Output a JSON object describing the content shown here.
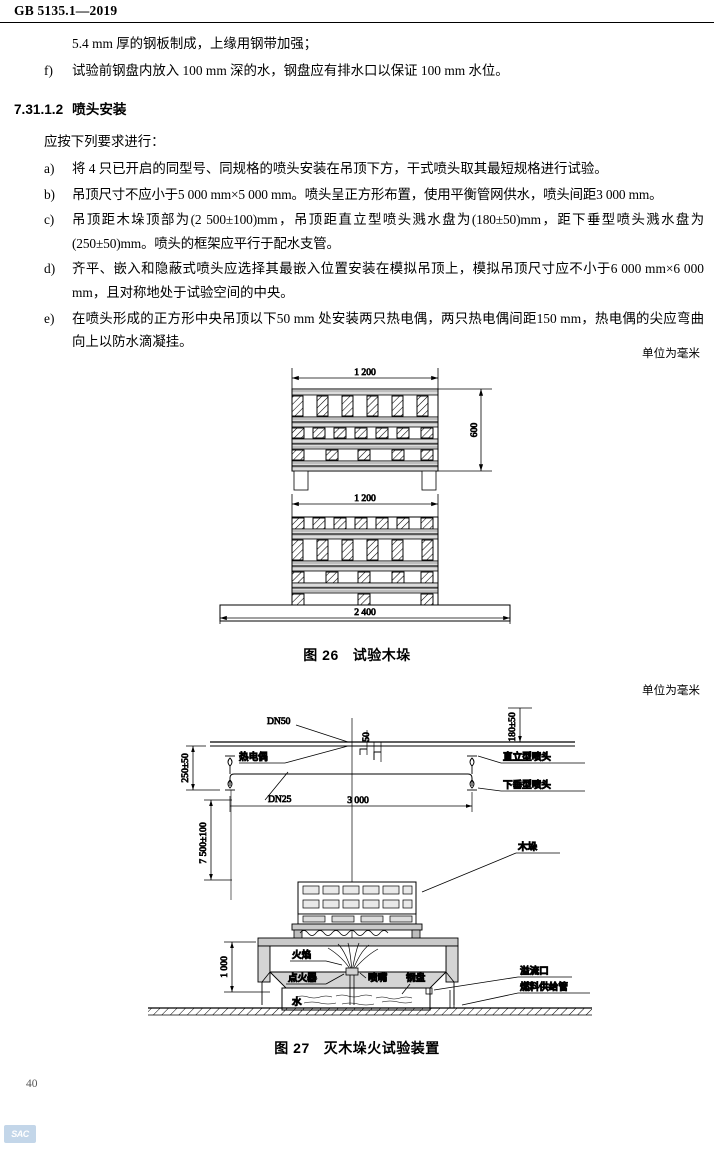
{
  "header": {
    "standard_id": "GB 5135.1—2019"
  },
  "body": {
    "continued_line": "5.4 mm 厚的钢板制成，上缘用钢带加强；",
    "item_f": {
      "marker": "f)",
      "text": "试验前钢盘内放入 100 mm 深的水，钢盘应有排水口以保证 100 mm 水位。"
    },
    "section": {
      "number": "7.31.1.2",
      "title": "喷头安装"
    },
    "intro": "应按下列要求进行：",
    "items": [
      {
        "marker": "a)",
        "text": "将 4 只已开启的同型号、同规格的喷头安装在吊顶下方，干式喷头取其最短规格进行试验。"
      },
      {
        "marker": "b)",
        "text": "吊顶尺寸不应小于5 000 mm×5 000 mm。喷头呈正方形布置，使用平衡管网供水，喷头间距3 000 mm。"
      },
      {
        "marker": "c)",
        "text": "吊顶距木垛顶部为(2 500±100)mm，吊顶距直立型喷头溅水盘为(180±50)mm，距下垂型喷头溅水盘为(250±50)mm。喷头的框架应平行于配水支管。"
      },
      {
        "marker": "d)",
        "text": "齐平、嵌入和隐蔽式喷头应选择其最嵌入位置安装在模拟吊顶上，模拟吊顶尺寸应不小于6 000 mm×6 000 mm，且对称地处于试验空间的中央。"
      },
      {
        "marker": "e)",
        "text": "在喷头形成的正方形中央吊顶以下50 mm 处安装两只热电偶，两只热电偶间距150 mm，热电偶的尖应弯曲向上以防水滴凝挂。"
      }
    ]
  },
  "figure26": {
    "unit_note": "单位为毫米",
    "caption_label": "图 26",
    "caption_title": "试验木垛",
    "dims": {
      "top_width": "1 200",
      "height": "600",
      "lower_width": "1 200",
      "base_width": "2 400"
    }
  },
  "figure27": {
    "unit_note": "单位为毫米",
    "caption_label": "图 27",
    "caption_title": "灭木垛火试验装置",
    "labels": {
      "pipe_main": "DN50",
      "pipe_branch": "DN25",
      "thermocouple": "热电偶",
      "upright_sprinkler": "直立型喷头",
      "pendent_sprinkler": "下垂型喷头",
      "wood_crib": "木垛",
      "flame": "火焰",
      "igniter": "点火器",
      "nozzle": "喷嘴",
      "steel_pan": "钢盘",
      "overflow": "溢流口",
      "fuel_supply": "燃料供给管",
      "water": "水"
    },
    "dims": {
      "ceiling_to_upright": "180±50",
      "thermocouple_depth": "50",
      "ceiling_to_pendent": "250±50",
      "sprinkler_spacing": "3 000",
      "ceiling_to_crib_top": "7 500±100",
      "pan_height": "1 000"
    }
  },
  "footer": {
    "page_number": "40",
    "watermark": "SAC"
  }
}
